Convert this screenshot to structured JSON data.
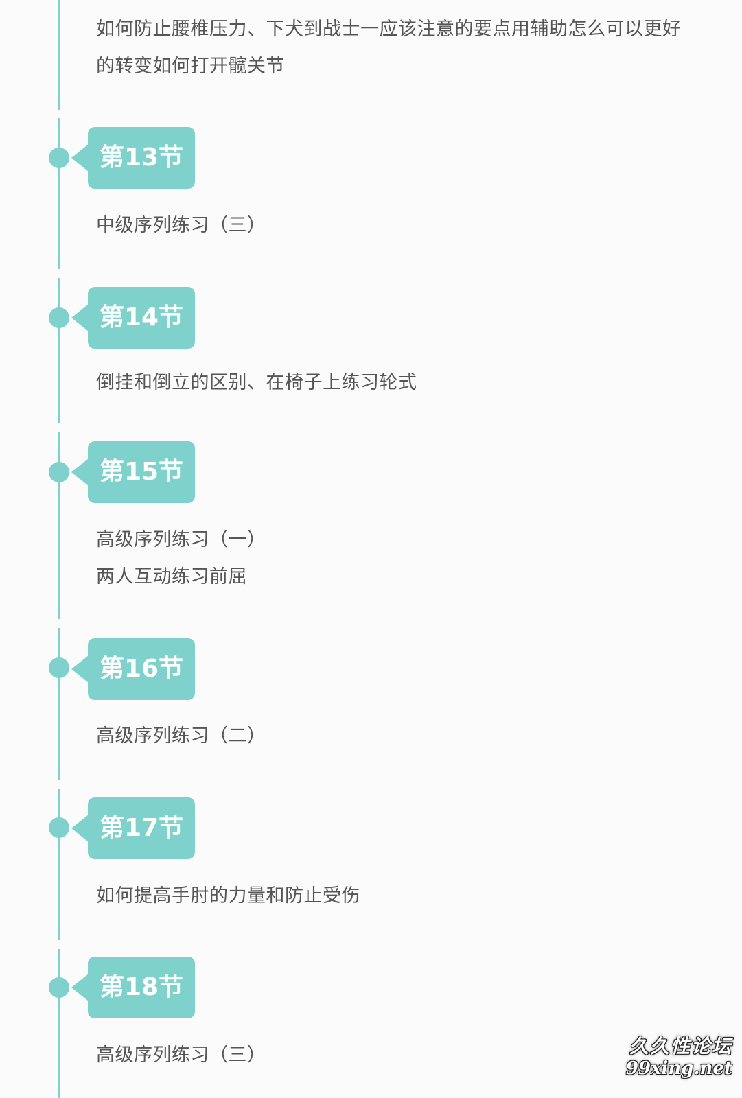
{
  "intro": {
    "lines": [
      "如何防止腰椎压力、下犬到战士一应该注意的要点用辅助怎么可以更好",
      "的转变如何打开髋关节"
    ]
  },
  "sections": [
    {
      "label": "第13节",
      "lines": [
        "中级序列练习（三）"
      ]
    },
    {
      "label": "第14节",
      "lines": [
        "倒挂和倒立的区别、在椅子上练习轮式"
      ]
    },
    {
      "label": "第15节",
      "lines": [
        "高级序列练习（一）",
        "两人互动练习前屈"
      ]
    },
    {
      "label": "第16节",
      "lines": [
        "高级序列练习（二）"
      ]
    },
    {
      "label": "第17节",
      "lines": [
        "如何提高手肘的力量和防止受伤"
      ]
    },
    {
      "label": "第18节",
      "lines": [
        "高级序列练习（三）"
      ]
    }
  ],
  "watermark": {
    "cn": "久久性论坛",
    "en": "99xing.net"
  },
  "colors": {
    "accent": "#7fd2cc",
    "text": "#555555",
    "background": "#fbfbfb"
  }
}
